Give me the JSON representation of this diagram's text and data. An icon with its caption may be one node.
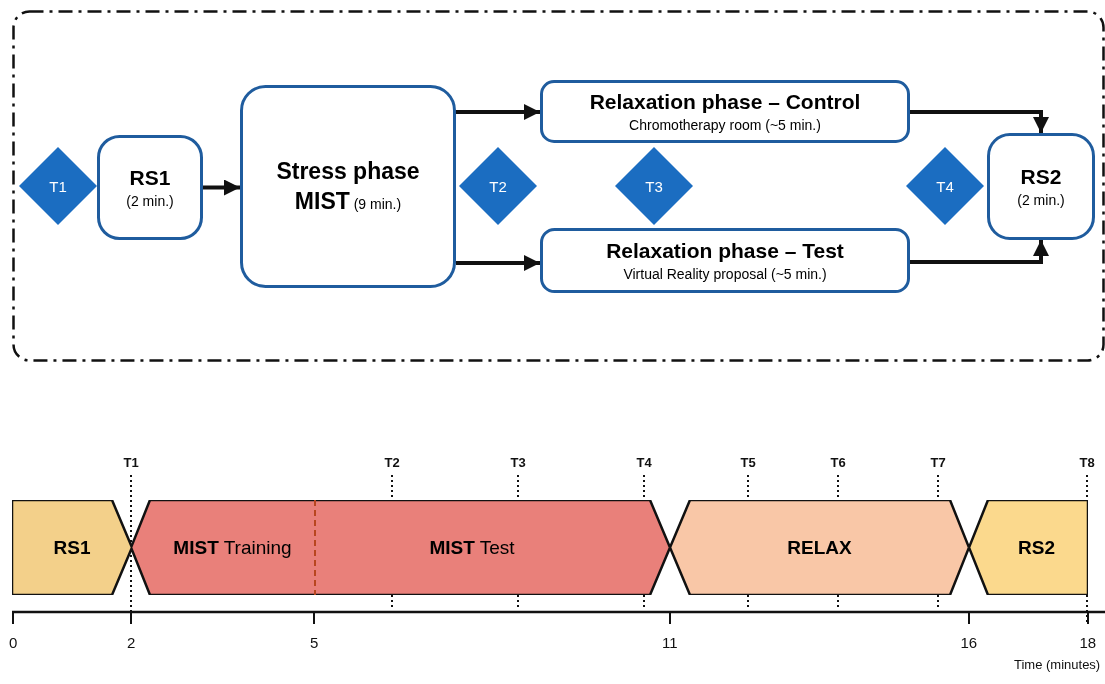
{
  "diagram": {
    "nodes": [
      {
        "text": [],
        "shape": "box"
      },
      {
        "text": [
          "T1"
        ],
        "in": 0
      },
      {
        "text": [
          "RS1",
          "(2 min.)"
        ],
        "in": 0
      },
      {
        "text": [
          "Stress phase",
          "**MIST** (9 min.)"
        ],
        "in": 0
      },
      {
        "text": [
          "T2"
        ],
        "in": 0
      },
      {
        "text": [
          "Relaxation phase – Control",
          "Chromotherapy room (~5 min.)"
        ],
        "in": 0
      },
      {
        "text": [
          "T3"
        ],
        "in": 0
      },
      {
        "text": [
          "Relaxation phase – Test",
          "Virtual Reality proposal (~5 min.)"
        ],
        "in": 0
      },
      {
        "text": [
          "T4"
        ],
        "in": 0
      },
      {
        "text": [
          "RS2",
          "(2 min.)"
        ],
        "in": 0
      },
      {
        "text": [
          "RS1"
        ]
      },
      {
        "text": [
          "**MIST** Training"
        ]
      },
      {
        "text": [
          "**MIST** Test"
        ]
      },
      {
        "text": [
          "RELAX"
        ]
      },
      {
        "text": [
          "RS2"
        ]
      }
    ],
    "edges": [
      {
        "from": 2,
        "to": 3,
        "arrow": "to"
      },
      {
        "from": 3,
        "to": 5,
        "arrow": "to"
      },
      {
        "from": 3,
        "to": 7,
        "arrow": "to"
      },
      {
        "from": 5,
        "to": 9,
        "arrow": "to"
      },
      {
        "from": 7,
        "to": 9,
        "arrow": "to"
      }
    ],
    "labels": [
      "T1",
      "T2",
      "T3",
      "T4",
      "T5",
      "T6",
      "T7",
      "T8",
      "0",
      "2",
      "5",
      "11",
      "16",
      "18",
      "Time (minutes)"
    ]
  }
}
